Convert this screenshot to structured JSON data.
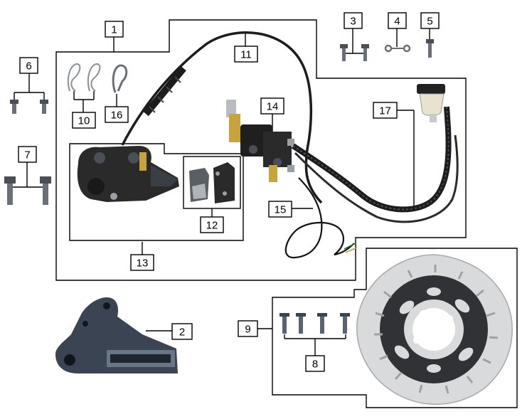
{
  "callouts": [
    {
      "id": "1",
      "label": "1"
    },
    {
      "id": "2",
      "label": "2"
    },
    {
      "id": "3",
      "label": "3"
    },
    {
      "id": "4",
      "label": "4"
    },
    {
      "id": "5",
      "label": "5"
    },
    {
      "id": "6",
      "label": "6"
    },
    {
      "id": "7",
      "label": "7"
    },
    {
      "id": "8",
      "label": "8"
    },
    {
      "id": "9",
      "label": "9"
    },
    {
      "id": "10",
      "label": "10"
    },
    {
      "id": "11",
      "label": "11"
    },
    {
      "id": "12",
      "label": "12"
    },
    {
      "id": "13",
      "label": "13"
    },
    {
      "id": "14",
      "label": "14"
    },
    {
      "id": "15",
      "label": "15"
    },
    {
      "id": "16",
      "label": "16"
    },
    {
      "id": "17",
      "label": "17"
    }
  ],
  "colors": {
    "line": "#000000",
    "part_dark": "#2a2a2a",
    "part_mid": "#4a4f57",
    "metal": "#9aa0a6",
    "disc_light": "#d9dadc",
    "bracket": "#3b4452",
    "gold": "#c8a23a"
  }
}
